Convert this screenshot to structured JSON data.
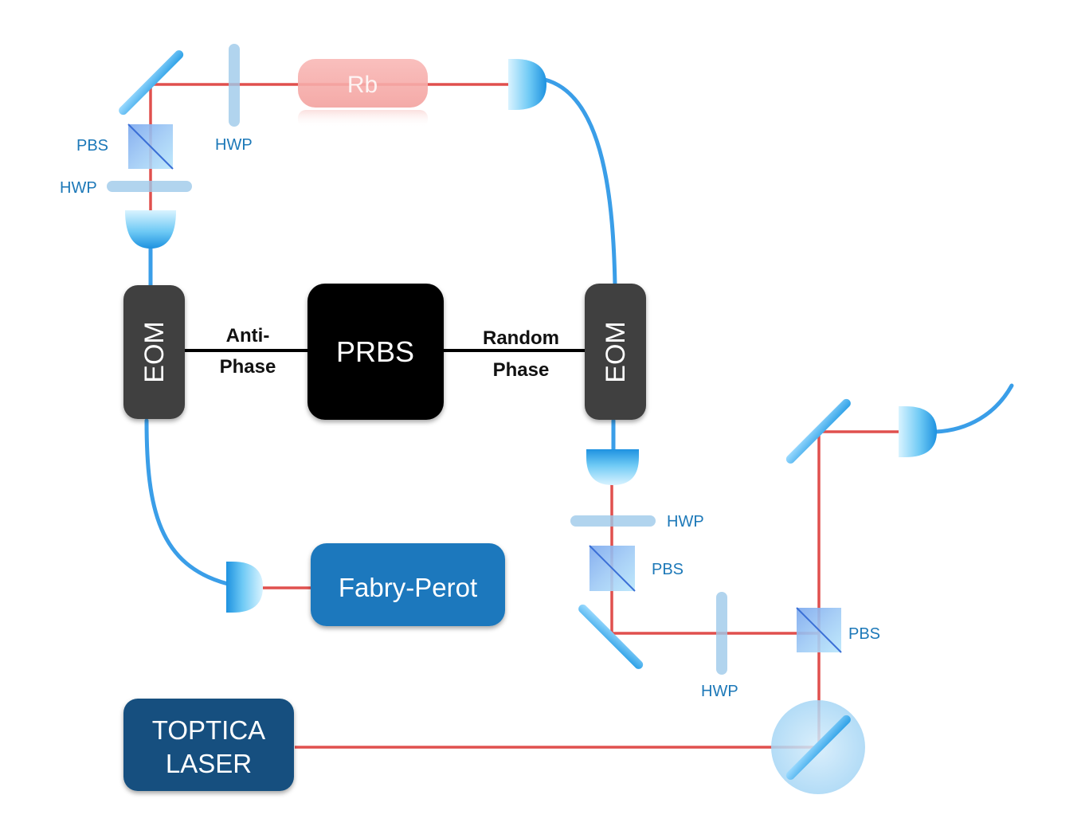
{
  "diagram": {
    "components": {
      "rb_cell": "Rb",
      "prbs": "PRBS",
      "eom_left": "EOM",
      "eom_right": "EOM",
      "fabry_perot": "Fabry-Perot",
      "laser_line1": "TOPTICA",
      "laser_line2": "LASER"
    },
    "links": {
      "left_line1": "Anti-",
      "left_line2": "Phase",
      "right_line1": "Random",
      "right_line2": "Phase"
    },
    "optics_labels": {
      "pbs_top_left": "PBS",
      "hwp_top_left": "HWP",
      "hwp_top": "HWP",
      "hwp_right": "HWP",
      "pbs_right": "PBS",
      "pbs_bottom_right": "PBS",
      "hwp_bottom": "HWP"
    },
    "colors": {
      "beam": "#e0504e",
      "fiber": "#3a9ee8",
      "eom_fill": "#3f3f3f",
      "prbs_fill": "#000000",
      "fabry_perot_fill": "#1b78bd",
      "laser_fill": "#12507f",
      "rb_fill": "#f5a6a4",
      "optic_blue": "#4fb8f0",
      "label_blue": "#1c78b8"
    }
  }
}
